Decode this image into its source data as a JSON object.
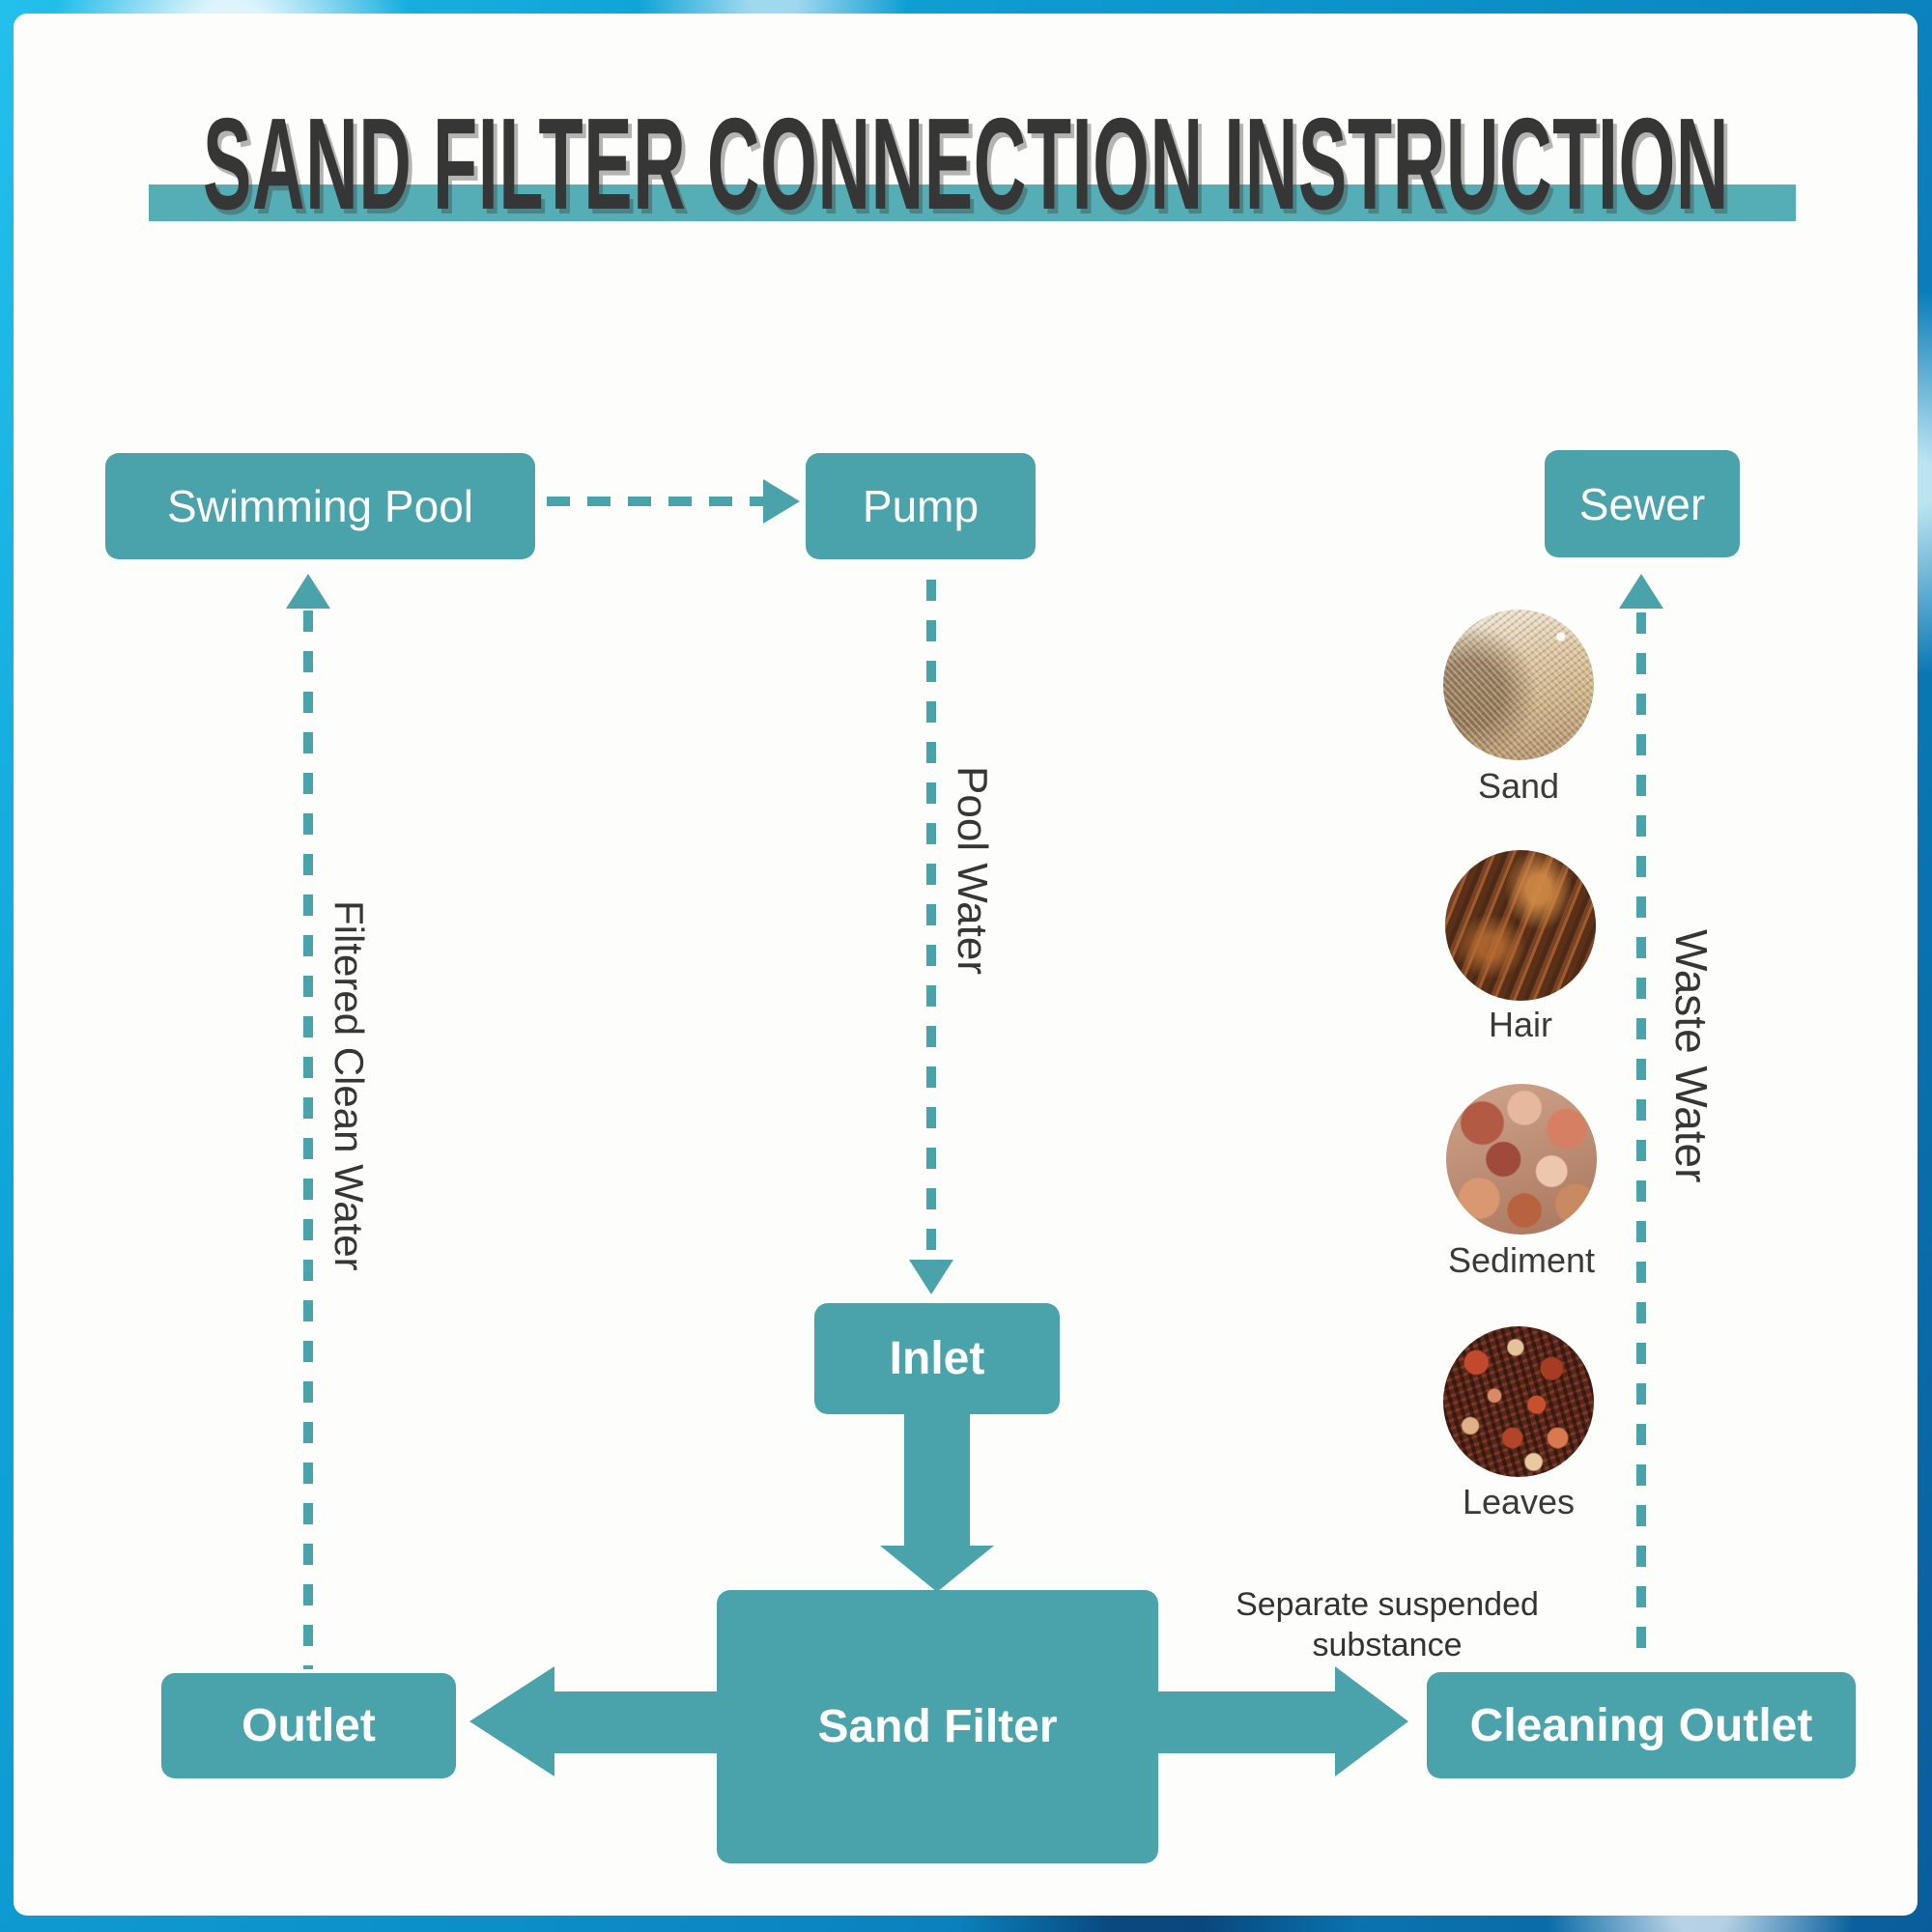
{
  "title": "SAND FILTER CONNECTION INSTRUCTION",
  "nodes": {
    "swimming_pool": "Swimming Pool",
    "pump": "Pump",
    "sewer": "Sewer",
    "inlet": "Inlet",
    "sand_filter": "Sand Filter",
    "outlet": "Outlet",
    "cleaning_outlet": "Cleaning Outlet"
  },
  "flow_labels": {
    "pool_water": "Pool Water",
    "filtered_clean_water": "Filtered Clean Water",
    "waste_water": "Waste Water",
    "separate_note_line1": "Separate suspended",
    "separate_note_line2": "substance"
  },
  "substances": [
    {
      "name": "Sand",
      "image": "sand-photo"
    },
    {
      "name": "Hair",
      "image": "hair-photo"
    },
    {
      "name": "Sediment",
      "image": "sediment-photo"
    },
    {
      "name": "Leaves",
      "image": "leaves-photo"
    }
  ],
  "colors": {
    "node_teal": "#4aa3ab",
    "underline_teal": "#55aeb5",
    "title_text": "#363636",
    "water_border": "#0d93cb"
  }
}
